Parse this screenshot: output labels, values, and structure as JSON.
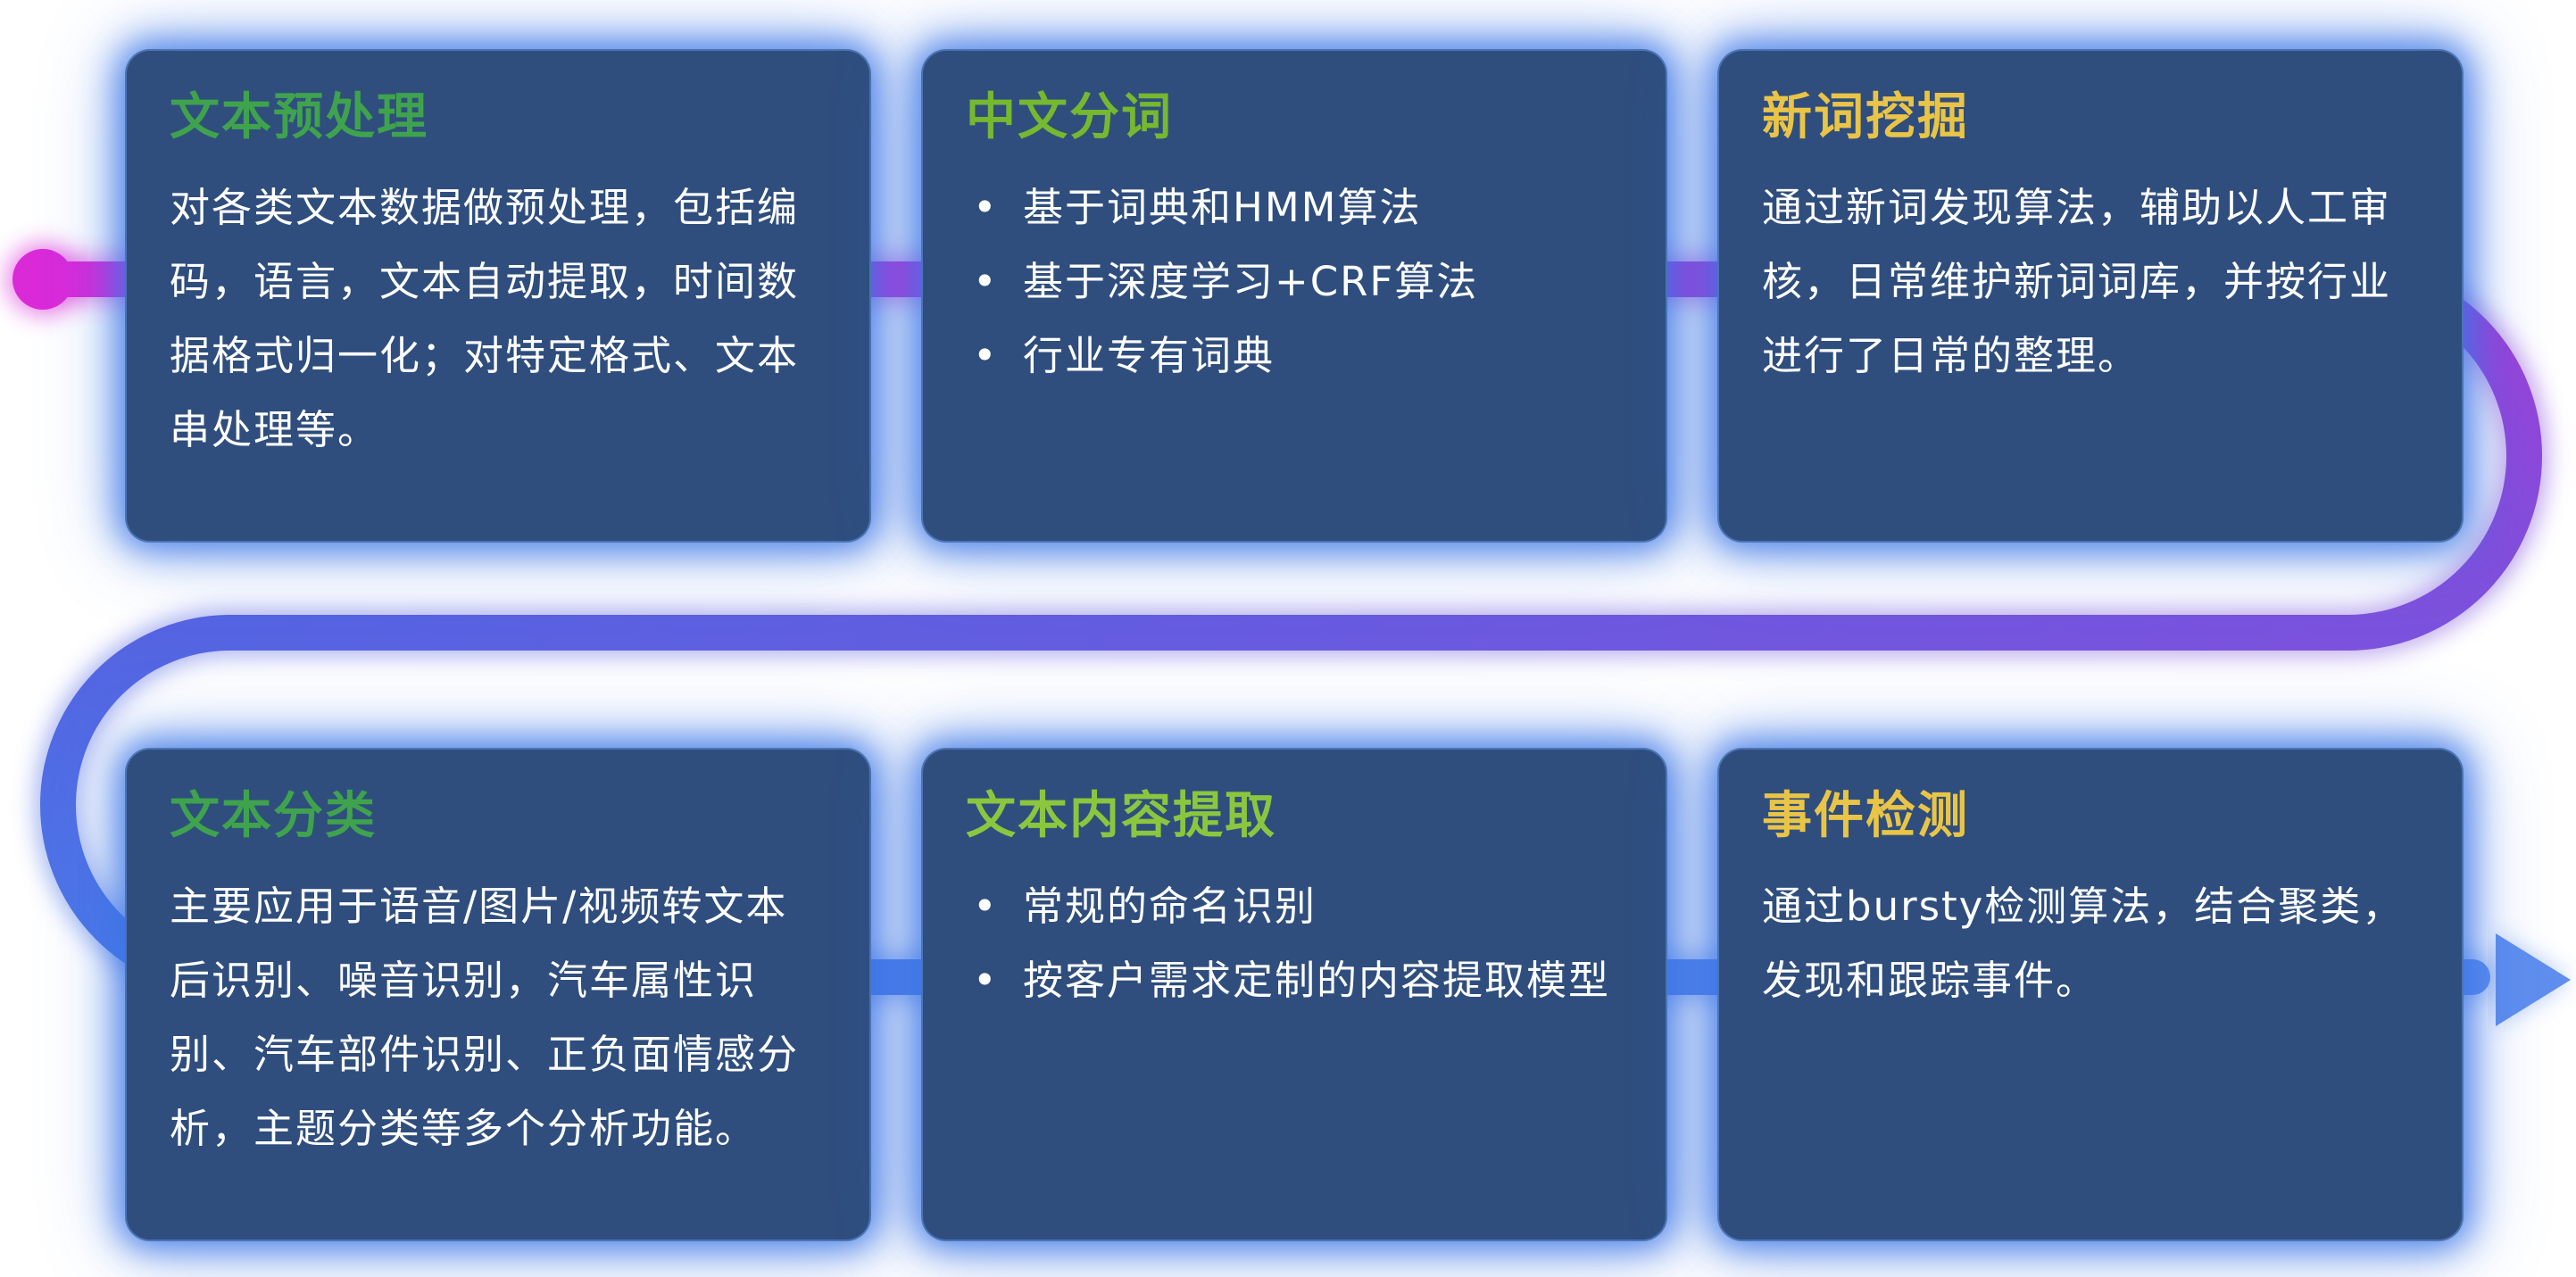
{
  "ui": {
    "bullet": "•"
  },
  "theme": {
    "background": "#FFFFFF",
    "card_background": "#2F4E7E",
    "card_glow": "#3B76E6",
    "body_text_color": "#FFFFFF"
  },
  "flow": {
    "start_dot_color": "#DA2AD8",
    "gradient_colors": [
      "#D92BD9",
      "#9E3FD6",
      "#7B52DD",
      "#5564E2",
      "#4B79E8",
      "#5F8EEE"
    ],
    "arrow_color": "#5F8EEE"
  },
  "cards": [
    {
      "id": "text-preprocessing",
      "title": "文本预处理",
      "title_color": "#3FA34D",
      "body": "对各类文本数据做预处理，包括编码，语言，文本自动提取，时间数据格式归一化；对特定格式、文本串处理等。"
    },
    {
      "id": "chinese-word-segmentation",
      "title": "中文分词",
      "title_color": "#76B82F",
      "bullets": [
        "基于词典和HMM算法",
        "基于深度学习+CRF算法",
        "行业专有词典"
      ]
    },
    {
      "id": "new-word-mining",
      "title": "新词挖掘",
      "title_color": "#E9C446",
      "body": "通过新词发现算法，辅助以人工审核，日常维护新词词库，并按行业进行了日常的整理。"
    },
    {
      "id": "text-classification",
      "title": "文本分类",
      "title_color": "#3FA34D",
      "body": "主要应用于语音/图片/视频转文本后识别、噪音识别，汽车属性识别、汽车部件识别、正负面情感分析，主题分类等多个分析功能。"
    },
    {
      "id": "text-content-extraction",
      "title": "文本内容提取",
      "title_color": "#8CC63F",
      "bullets": [
        "常规的命名识别",
        "按客户需求定制的内容提取模型"
      ]
    },
    {
      "id": "event-detection",
      "title": "事件检测",
      "title_color": "#E9C446",
      "body": "通过bursty检测算法，结合聚类，发现和跟踪事件。"
    }
  ]
}
